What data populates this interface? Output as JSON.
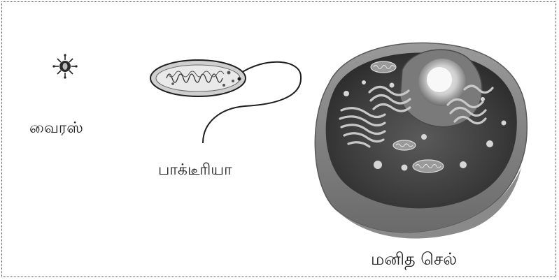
{
  "labels": {
    "virus": "வைரஸ்",
    "bacteria": "பாக்டீரியா",
    "human_cell": "மனித செல்"
  }
}
